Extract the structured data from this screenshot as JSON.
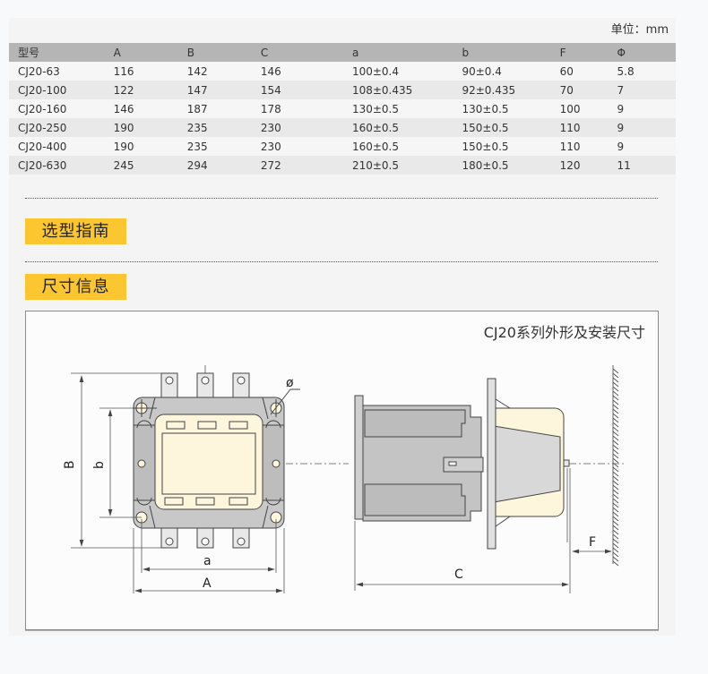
{
  "unit_label": "单位：mm",
  "table": {
    "headers": [
      "型号",
      "A",
      "B",
      "C",
      "a",
      "b",
      "F",
      "Φ"
    ],
    "rows": [
      [
        "CJ20-63",
        "116",
        "142",
        "146",
        "100±0.4",
        "90±0.4",
        "60",
        "5.8"
      ],
      [
        "CJ20-100",
        "122",
        "147",
        "154",
        "108±0.435",
        "92±0.435",
        "70",
        "7"
      ],
      [
        "CJ20-160",
        "146",
        "187",
        "178",
        "130±0.5",
        "130±0.5",
        "100",
        "9"
      ],
      [
        "CJ20-250",
        "190",
        "235",
        "230",
        "160±0.5",
        "150±0.5",
        "110",
        "9"
      ],
      [
        "CJ20-400",
        "190",
        "235",
        "230",
        "160±0.5",
        "150±0.5",
        "110",
        "9"
      ],
      [
        "CJ20-630",
        "245",
        "294",
        "272",
        "210±0.5",
        "180±0.5",
        "120",
        "11"
      ]
    ]
  },
  "sections": {
    "selection_guide": "选型指南",
    "dimension_info": "尺寸信息"
  },
  "diagram": {
    "title": "CJ20系列外形及安装尺寸",
    "labels": {
      "A": "A",
      "B": "B",
      "a": "a",
      "b": "b",
      "C": "C",
      "F": "F",
      "phi": "ø"
    }
  },
  "colors": {
    "accent_tag": "#fcc630",
    "table_header": "#b5b5b5",
    "body_gray": "#c8c8c8",
    "cream": "#fdf6dc"
  }
}
